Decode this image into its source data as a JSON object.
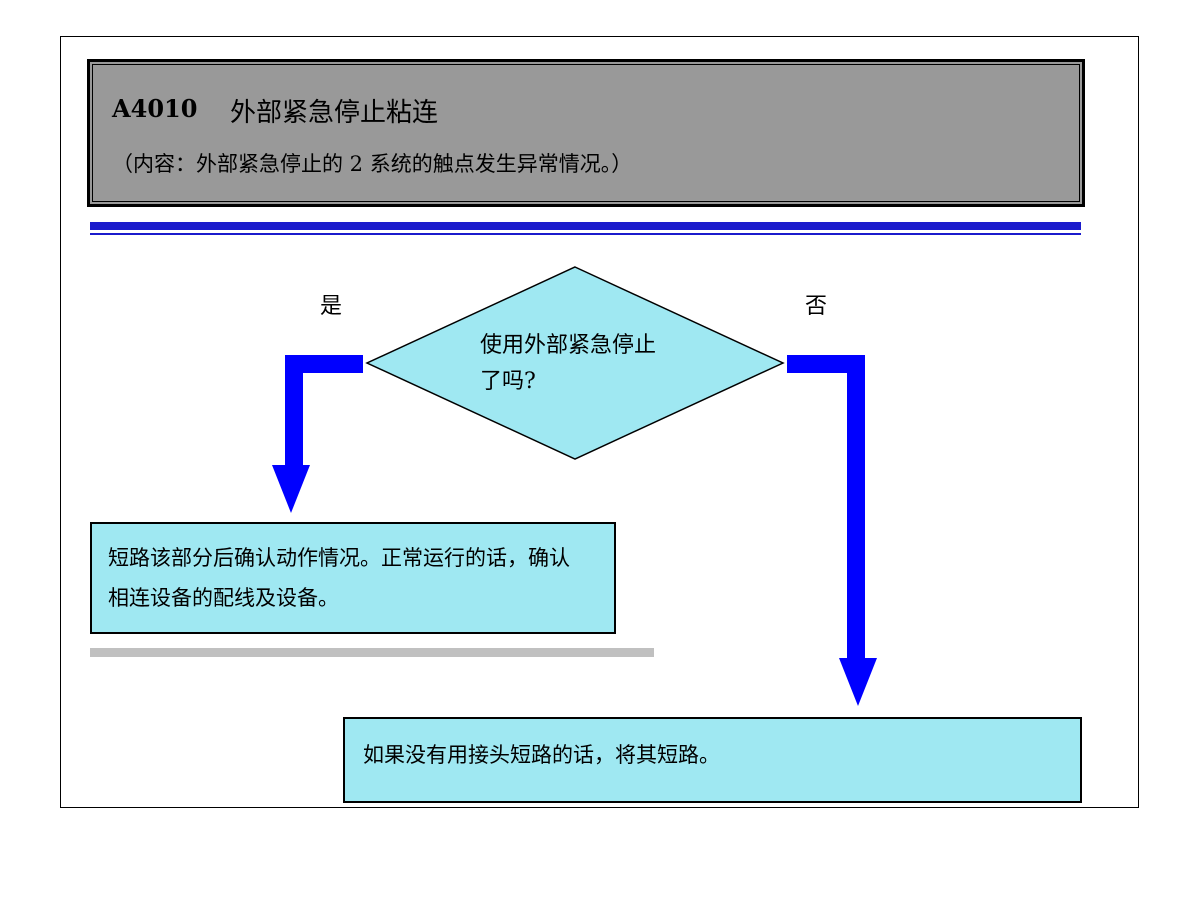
{
  "header": {
    "code": "A4010",
    "title": "外部紧急停止粘连",
    "description": "（内容：外部紧急停止的 2 系统的触点发生异常情况。）"
  },
  "flow": {
    "decision": {
      "line1": "使用外部紧急停止",
      "line2": "了吗?"
    },
    "yes_label": "是",
    "no_label": "否",
    "yes_result": {
      "line1": "短路该部分后确认动作情况。正常运行的话，确认",
      "line2": "相连设备的配线及设备。"
    },
    "no_result": "如果没有用接头短路的话，将其短路。"
  },
  "colors": {
    "header_bg": "#999999",
    "rule": "#1b1bcc",
    "arrow": "#0000ff",
    "box_fill": "#9fe8f2"
  }
}
